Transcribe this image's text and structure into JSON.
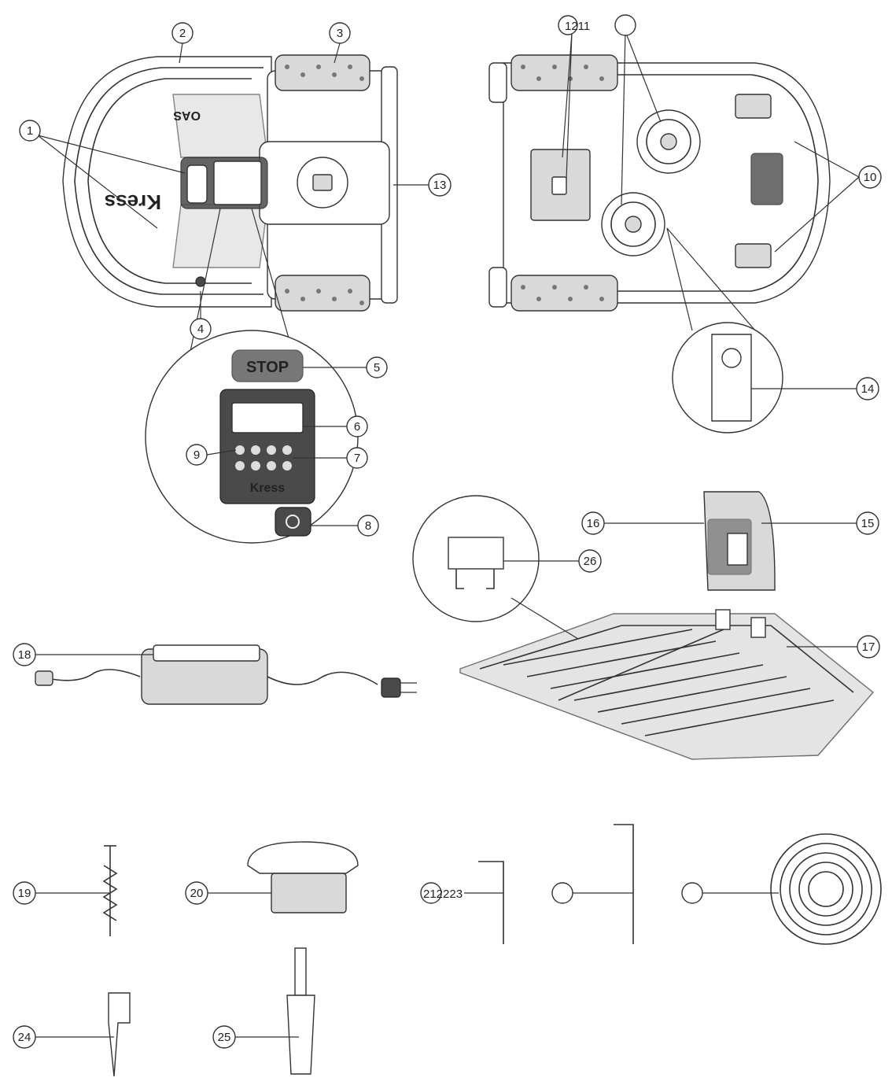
{
  "callouts": {
    "c1": "1",
    "c2": "2",
    "c3": "3",
    "c4": "4",
    "c5": "5",
    "c6": "6",
    "c7": "7",
    "c8": "8",
    "c9": "9",
    "c10": "10",
    "c12_11": "1211",
    "c13": "13",
    "c14": "14",
    "c15": "15",
    "c16": "16",
    "c17": "17",
    "c18": "18",
    "c19": "19",
    "c20": "20",
    "c21_23": "212223",
    "c24": "24",
    "c25": "25",
    "c26": "26"
  },
  "labels": {
    "stop_button": "STOP",
    "brand_panel": "Kress",
    "brand_top": "Kress",
    "oas_mark": "OAS"
  }
}
